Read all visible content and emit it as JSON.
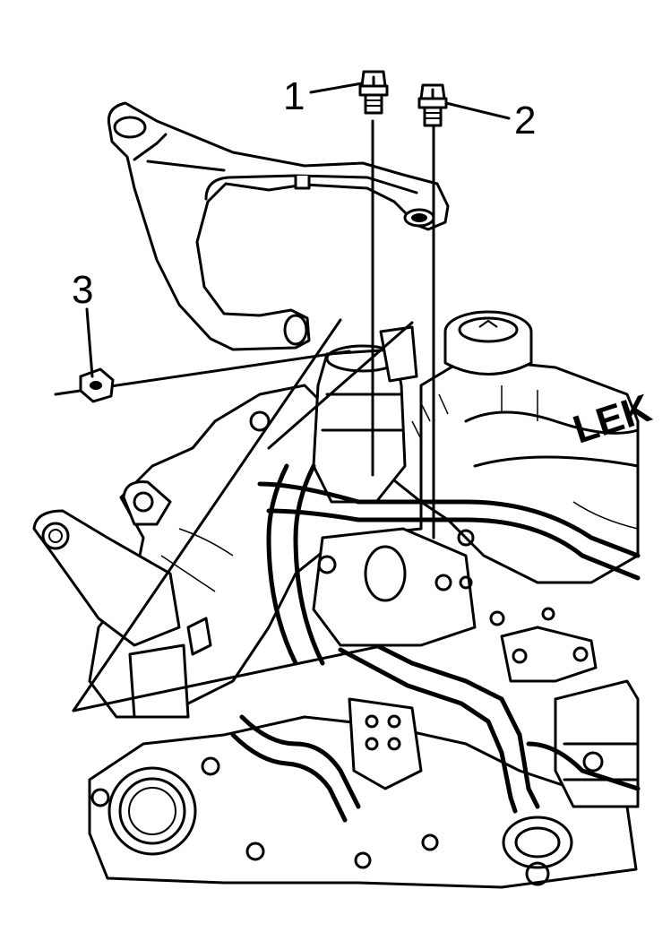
{
  "callouts": [
    {
      "id": "1",
      "label": "1"
    },
    {
      "id": "2",
      "label": "2"
    },
    {
      "id": "3",
      "label": "3"
    }
  ],
  "engine_marking": "LEK"
}
